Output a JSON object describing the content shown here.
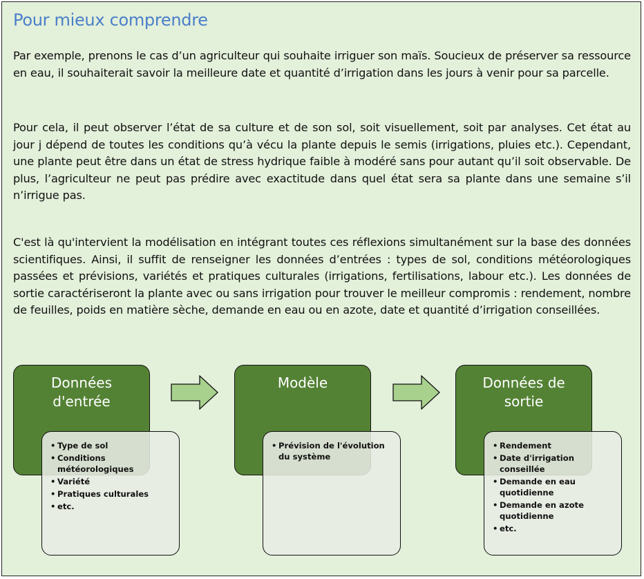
{
  "title": "Pour mieux comprendre",
  "paragraphs": [
    "Par exemple, prenons le cas d’un agriculteur qui souhaite irriguer son maïs. Soucieux de préserver sa ressource en eau, il souhaiterait savoir la meilleure date et quantité d’irrigation dans les jours à venir pour sa parcelle.",
    "Pour cela, il peut observer l’état de sa culture et de son sol, soit visuellement, soit par analyses. Cet état au jour j dépend de toutes les conditions qu’à vécu la plante depuis le semis (irrigations, pluies etc.). Cependant, une plante peut être dans un état de stress hydrique faible à modéré sans pour autant qu’il soit observable. De plus, l’agriculteur ne peut pas prédire avec exactitude dans quel état sera sa plante dans une semaine s’il n’irrigue pas.",
    "C'est là qu'intervient la modélisation en intégrant toutes ces réflexions simultanément sur la base des données scientifiques. Ainsi, il suffit de renseigner les données d’entrées : types de sol, conditions météorologiques passées et prévisions, variétés et pratiques culturales (irrigations, fertilisations, labour etc.). Les données de sortie caractériseront la plante avec ou sans irrigation pour trouver le meilleur compromis : rendement, nombre de feuilles, poids en matière sèche, demande en eau ou en azote, date et quantité d’irrigation conseillées."
  ],
  "diagram": {
    "input": {
      "title": "Données d'entrée",
      "items": [
        "Type de sol",
        "Conditions météorologiques",
        "Variété",
        "Pratiques culturales",
        "etc."
      ]
    },
    "model": {
      "title": "Modèle",
      "items": [
        "Prévision de l'évolution du système"
      ]
    },
    "output": {
      "title": "Données de sortie",
      "items": [
        "Rendement",
        "Date d'irrigation conseillée",
        "Demande en eau quotidienne",
        "Demande en azote quotidienne",
        "etc."
      ]
    }
  },
  "colors": {
    "panel_bg": "#e3f0da",
    "title": "#4a7fc9",
    "box_dark": "#548235",
    "arrow_fill": "#a9d18e",
    "box_light": "#e8ece5"
  }
}
